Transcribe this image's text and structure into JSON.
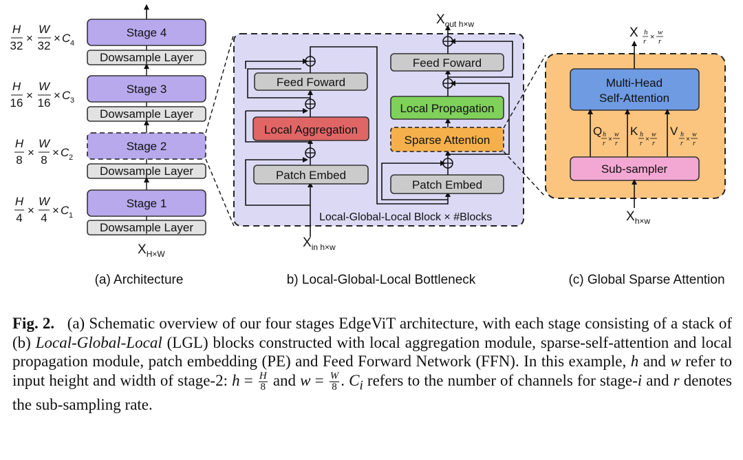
{
  "panel_a": {
    "stages": [
      {
        "label": "Stage 4",
        "downsample": "Dowsample Layer",
        "size": {
          "h": "H",
          "hd": "32",
          "w": "W",
          "wd": "32",
          "c": "4"
        }
      },
      {
        "label": "Stage 3",
        "downsample": "Dowsample Layer",
        "size": {
          "h": "H",
          "hd": "16",
          "w": "W",
          "wd": "16",
          "c": "3"
        }
      },
      {
        "label": "Stage 2",
        "downsample": "Dowsample Layer",
        "size": {
          "h": "H",
          "hd": "8",
          "w": "W",
          "wd": "8",
          "c": "2"
        }
      },
      {
        "label": "Stage 1",
        "downsample": "Dowsample Layer",
        "size": {
          "h": "H",
          "hd": "4",
          "w": "W",
          "wd": "4",
          "c": "1"
        }
      }
    ],
    "input": "X",
    "input_sub": "H×W",
    "caption": "(a) Architecture"
  },
  "panel_b": {
    "local_blocks": [
      "Feed Foward",
      "Local Aggregation",
      "Patch Embed"
    ],
    "global_blocks": [
      "Feed Foward",
      "Local Propagation",
      "Sparse Attention",
      "Patch Embed"
    ],
    "block_label": "Local-Global-Local Block × #Blocks",
    "input": "X",
    "input_sub": "in h×w",
    "output": "X",
    "output_sub": "out h×w",
    "caption": "b) Local-Global-Local Bottleneck"
  },
  "panel_c": {
    "attention": [
      "Multi-Head",
      "Self-Attention"
    ],
    "subsampler": "Sub-sampler",
    "qkv": [
      "Q",
      "K",
      "V"
    ],
    "input": "X",
    "input_sub": "h×w",
    "output": "X",
    "caption": "(c) Global Sparse Attention"
  },
  "colors": {
    "stage": "#b7a9ec",
    "downsample": "#e2e2e2",
    "panel_b_bg": "#dcd9f5",
    "gray_block": "#cbcbcb",
    "local_aggregation": "#e06666",
    "local_propagation": "#7fd15a",
    "sparse_attention": "#f6b04b",
    "panel_c_bg": "#fbc57f",
    "mhsa": "#6f9be3",
    "subsampler": "#f3a8d4"
  },
  "caption": {
    "fig": "Fig. 2.",
    "text_1": "(a) Schematic overview of our four stages EdgeViT architecture, with each stage consisting of a stack of (b) ",
    "text_italic": "Local-Global-Local",
    "text_2": " (LGL) blocks constructed with local aggregation module, sparse-self-attention and local propagation module, patch embedding (PE) and Feed Forward Network (FFN). In this example, ",
    "h": "h",
    "and": " and ",
    "w": "w",
    "text_3": " refer to input height and width of stage-2: ",
    "eq_h_num": "H",
    "eq_h_den": "8",
    "eq_w_num": "W",
    "eq_w_den": "8",
    "ci": "C",
    "ci_sub": "i",
    "text_4": " refers to the number of channels for stage-",
    "i": "i",
    "text_5": " and ",
    "r": "r",
    "text_6": " denotes the sub-sampling rate."
  }
}
